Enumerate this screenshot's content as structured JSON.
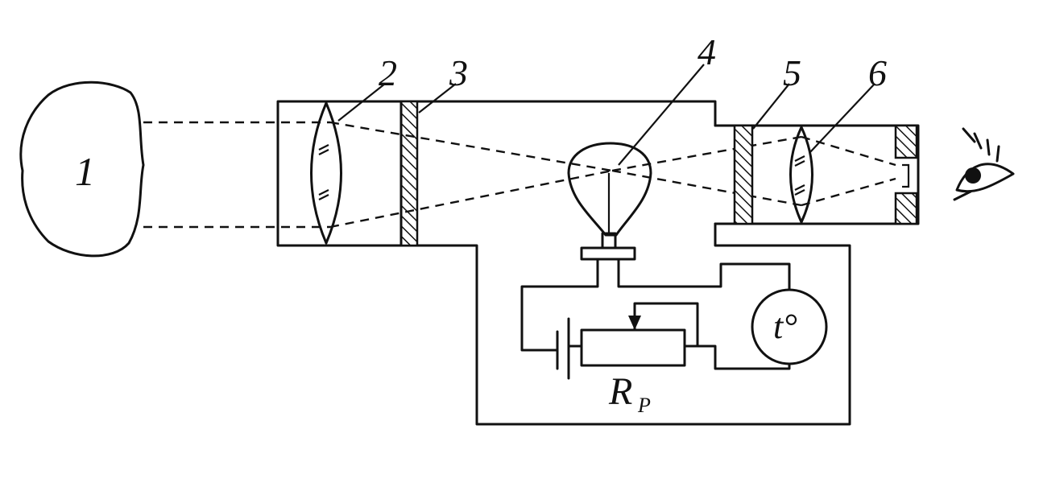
{
  "labels": {
    "object": "1",
    "objective_lens": "2",
    "filter_glass": "3",
    "lamp": "4",
    "red_filter": "5",
    "eyepiece": "6",
    "rheostat_main": "R",
    "rheostat_sub": "P",
    "meter": "t°"
  }
}
